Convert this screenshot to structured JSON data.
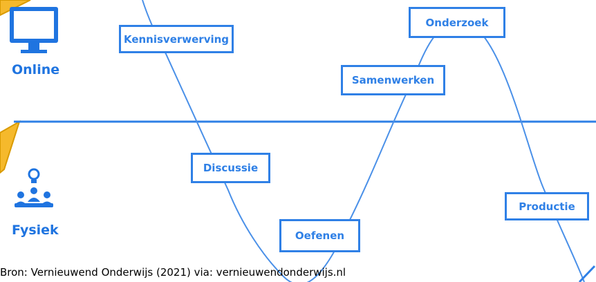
{
  "colors": {
    "accent": "#2f80e6",
    "arrow": "#f5b92c",
    "arrow_outline": "#d99a00"
  },
  "modes": {
    "online": {
      "label": "Online",
      "icon": "monitor-icon"
    },
    "physical": {
      "label": "Fysiek",
      "icon": "people-lightbulb-icon"
    }
  },
  "stages": [
    {
      "id": "kennisverwerving",
      "label": "Kennisverwerving",
      "mode": "online"
    },
    {
      "id": "discussie",
      "label": "Discussie",
      "mode": "fysiek"
    },
    {
      "id": "oefenen",
      "label": "Oefenen",
      "mode": "fysiek"
    },
    {
      "id": "samenwerken",
      "label": "Samenwerken",
      "mode": "online"
    },
    {
      "id": "onderzoek",
      "label": "Onderzoek",
      "mode": "online"
    },
    {
      "id": "productie",
      "label": "Productie",
      "mode": "fysiek"
    }
  ],
  "source": "Bron: Vernieuwend Onderwijs (2021) via: vernieuwendonderwijs.nl"
}
